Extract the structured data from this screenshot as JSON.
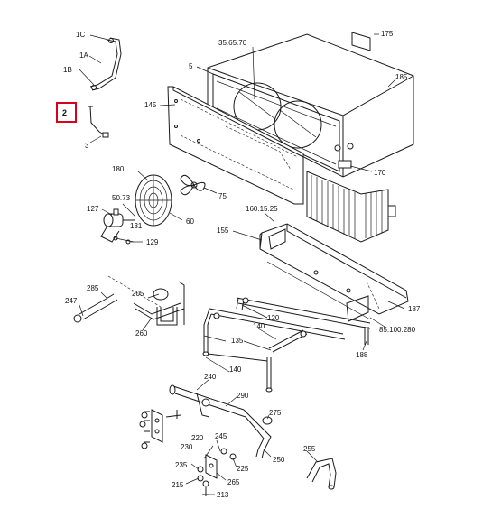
{
  "diagram": {
    "highlight_color": "#d9001b",
    "highlighted_part": "2",
    "labels": {
      "p1c": "1C",
      "p1a": "1A",
      "p1b": "1B",
      "p2": "2",
      "p3": "3",
      "p5": "5",
      "p35": "35.65.70",
      "p175": "175",
      "p185": "185",
      "p145": "145",
      "p170": "170",
      "p180": "180",
      "p75": "75",
      "p5073": "50.73",
      "p127": "127",
      "p131": "131",
      "p60": "60",
      "p160": "160.15.25",
      "p129": "129",
      "p155": "155",
      "p247": "247",
      "p285": "285",
      "p205": "205",
      "p260": "260",
      "p120": "120",
      "p140a": "140",
      "p187": "187",
      "p85": "85.100.280",
      "p135": "135",
      "p188": "188",
      "p140b": "140",
      "p240": "240",
      "p290": "290",
      "p275": "275",
      "p220": "220",
      "p245": "245",
      "p230": "230",
      "p225": "225",
      "p250": "250",
      "p255": "255",
      "p235": "235",
      "p265": "265",
      "p215": "215",
      "p213": "213"
    }
  }
}
